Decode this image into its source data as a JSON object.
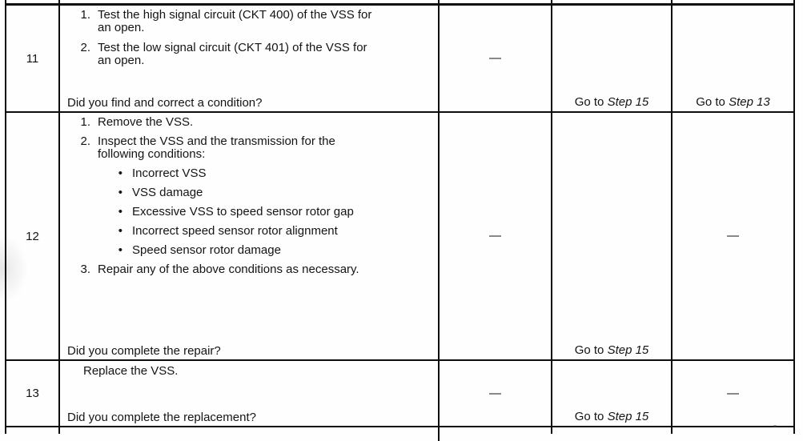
{
  "table": {
    "rows": [
      {
        "step": "11",
        "items": [
          {
            "marker": "1.",
            "text": "Test the high signal circuit (CKT 400) of the VSS for\nan open."
          },
          {
            "marker": "2.",
            "text": "Test the low signal circuit (CKT 401) of the VSS for\nan open."
          }
        ],
        "question": "Did you find and correct a condition?",
        "value": "—",
        "yes_prefix": "Go to ",
        "yes_target": "Step 15",
        "no_prefix": "Go to ",
        "no_target": "Step 13"
      },
      {
        "step": "12",
        "items": [
          {
            "marker": "1.",
            "text": "Remove the VSS."
          },
          {
            "marker": "2.",
            "text": "Inspect the VSS and the transmission for the\nfollowing conditions:"
          },
          {
            "marker": "•",
            "text": "Incorrect VSS"
          },
          {
            "marker": "•",
            "text": "VSS damage"
          },
          {
            "marker": "•",
            "text": "Excessive VSS to speed sensor rotor gap"
          },
          {
            "marker": "•",
            "text": "Incorrect speed sensor rotor alignment"
          },
          {
            "marker": "•",
            "text": "Speed sensor rotor damage"
          },
          {
            "marker": "3.",
            "text": "Repair any of the above conditions as necessary."
          }
        ],
        "question": "Did you complete the repair?",
        "value": "—",
        "yes_prefix": "Go to ",
        "yes_target": "Step 15",
        "no_value": "—"
      },
      {
        "step": "13",
        "action": "Replace the VSS.",
        "question": "Did you complete the replacement?",
        "value": "—",
        "yes_prefix": "Go to ",
        "yes_target": "Step 15",
        "no_value": "—"
      }
    ]
  }
}
